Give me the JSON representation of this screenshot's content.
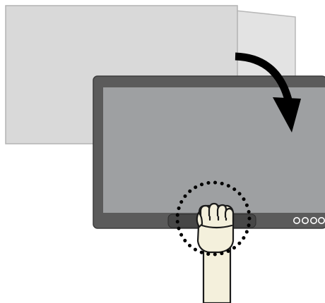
{
  "colors": {
    "background": "#ffffff",
    "back_panel": "#d9d9d9",
    "back_panel_flap": "#e3e3e3",
    "panel_outline": "#b3b3b3",
    "monitor_bezel": "#5b5b5b",
    "monitor_screen": "#9ea0a2",
    "arrow": "#000000",
    "hand_fill": "#f4f0dc",
    "hand_outline": "#1a1a1a",
    "dotted_circle": "#000000",
    "button_ring": "#ffffff",
    "handle_bar": "#474747"
  },
  "illustration": {
    "elements": [
      "back-panel",
      "back-panel-flap",
      "monitor",
      "screen",
      "handle-bar",
      "control-buttons",
      "curved-arrow-icon",
      "hand-icon",
      "dotted-highlight-circle"
    ],
    "control_button_count": 4
  }
}
